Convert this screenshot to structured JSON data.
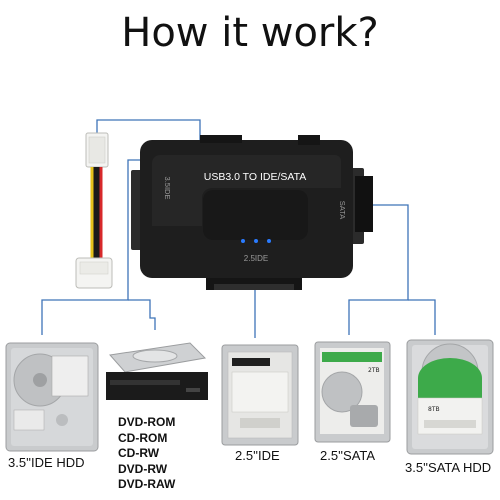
{
  "title": "How it work?",
  "adapter": {
    "label": "USB3.0 TO IDE/SATA",
    "port_left": "3.5IDE",
    "port_right": "SATA",
    "port_bottom": "2.5IDE"
  },
  "devices": {
    "hdd35_ide": "3.5''IDE HDD",
    "hdd25_ide": "2.5''IDE",
    "hdd25_sata": "2.5''SATA",
    "hdd35_sata": "3.5''SATA HDD"
  },
  "media_types": [
    "DVD-ROM",
    "CD-ROM",
    "CD-RW",
    "DVD-RW",
    "DVD-RAW"
  ],
  "drive_labels": {
    "ssd_capacity": "2TB",
    "hdd_capacity": "8TB"
  },
  "colors": {
    "connector_line": "#3e74b8",
    "adapter_body": "#1e1e1e",
    "led": "#2a7bff",
    "drive_metal": "#c9cbcd",
    "hdd_green": "#3daa4a"
  }
}
